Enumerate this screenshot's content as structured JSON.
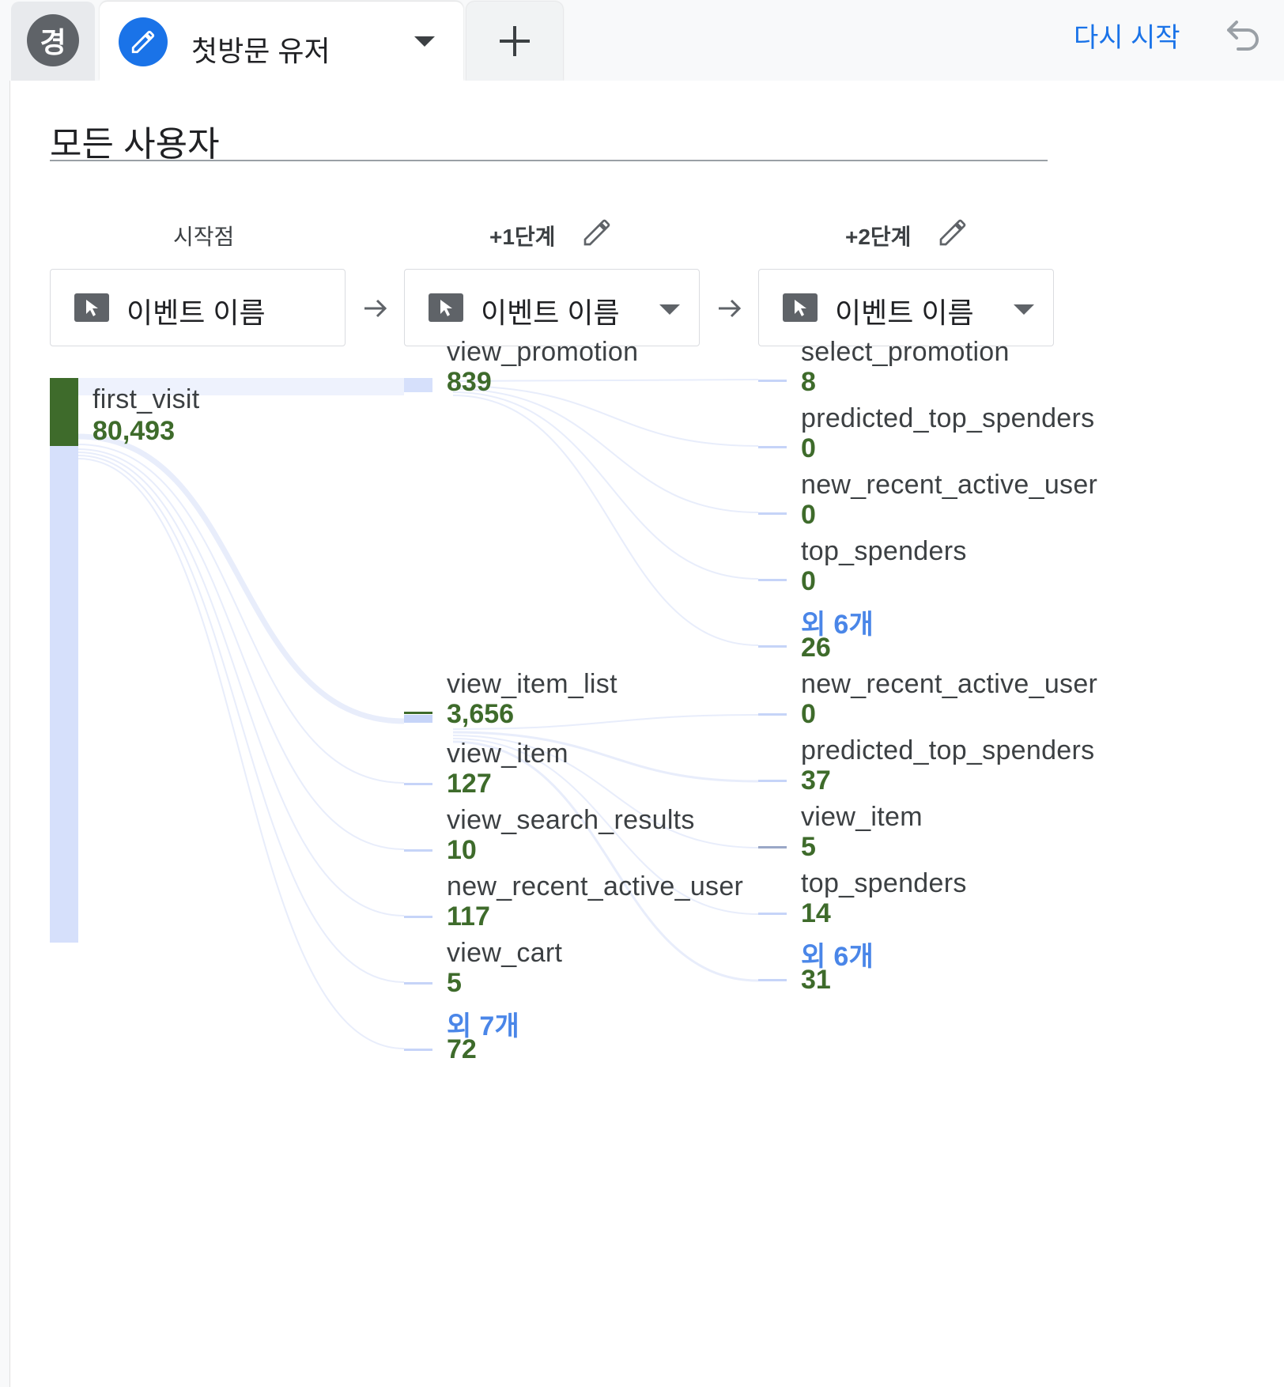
{
  "header": {
    "avatar_letter": "경",
    "active_tab_label": "첫방문 유저",
    "restart_label": "다시 시작"
  },
  "segment": {
    "title": "모든 사용자"
  },
  "steps": {
    "start_label": "시작점",
    "step1_label": "+1단계",
    "step2_label": "+2단계",
    "selector_label": "이벤트 이름"
  },
  "start_node": {
    "name": "first_visit",
    "value": "80,493"
  },
  "step1_nodes": [
    {
      "name": "view_promotion",
      "value": "839"
    },
    {
      "name": "view_item_list",
      "value": "3,656"
    },
    {
      "name": "view_item",
      "value": "127"
    },
    {
      "name": "view_search_results",
      "value": "10"
    },
    {
      "name": "new_recent_active_user",
      "value": "117"
    },
    {
      "name": "view_cart",
      "value": "5"
    },
    {
      "name": "외 7개",
      "value": "72"
    }
  ],
  "step2_group_a": [
    {
      "name": "select_promotion",
      "value": "8"
    },
    {
      "name": "predicted_top_spenders",
      "value": "0"
    },
    {
      "name": "new_recent_active_user",
      "value": "0"
    },
    {
      "name": "top_spenders",
      "value": "0"
    },
    {
      "name": "외 6개",
      "value": "26"
    }
  ],
  "step2_group_b": [
    {
      "name": "new_recent_active_user",
      "value": "0"
    },
    {
      "name": "predicted_top_spenders",
      "value": "37"
    },
    {
      "name": "view_item",
      "value": "5"
    },
    {
      "name": "top_spenders",
      "value": "14"
    },
    {
      "name": "외 6개",
      "value": "31"
    }
  ],
  "colors": {
    "accent": "#1a73e8",
    "value_green": "#3e6b2b",
    "flow_blue": "#d6e0fb",
    "more_link": "#4a86e8"
  },
  "icons": [
    "pencil-icon",
    "plus-icon",
    "undo-icon",
    "cursor-icon",
    "arrow-right-icon",
    "chevron-down-icon"
  ]
}
